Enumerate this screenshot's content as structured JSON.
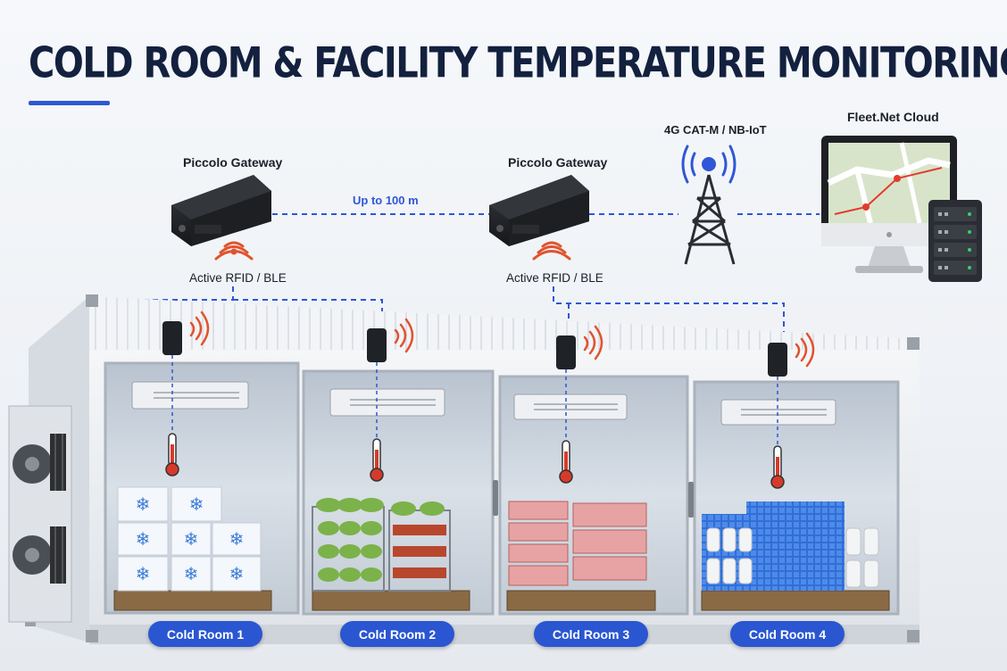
{
  "title": "COLD ROOM & FACILITY TEMPERATURE MONITORING",
  "gateways": [
    {
      "label": "Piccolo Gateway",
      "sublabel": "Active RFID / BLE"
    },
    {
      "label": "Piccolo Gateway",
      "sublabel": "Active RFID / BLE"
    }
  ],
  "link_label": "Up to 100 m",
  "network": {
    "label": "4G CAT-M / NB-IoT",
    "icon": "cell-tower-icon"
  },
  "cloud": {
    "label": "Fleet.Net Cloud",
    "icons": [
      "monitor-map-icon",
      "server-icon"
    ]
  },
  "rooms": [
    {
      "label": "Cold Room 1",
      "contents": "frozen-boxes"
    },
    {
      "label": "Cold Room 2",
      "contents": "vegetables"
    },
    {
      "label": "Cold Room 3",
      "contents": "meat"
    },
    {
      "label": "Cold Room 4",
      "contents": "bottles-crates"
    }
  ],
  "colors": {
    "accent": "#2f57d6",
    "pill": "#2a56d2",
    "title": "#13213f",
    "signal": "#e0532e",
    "thermo": "#d63a2a"
  }
}
